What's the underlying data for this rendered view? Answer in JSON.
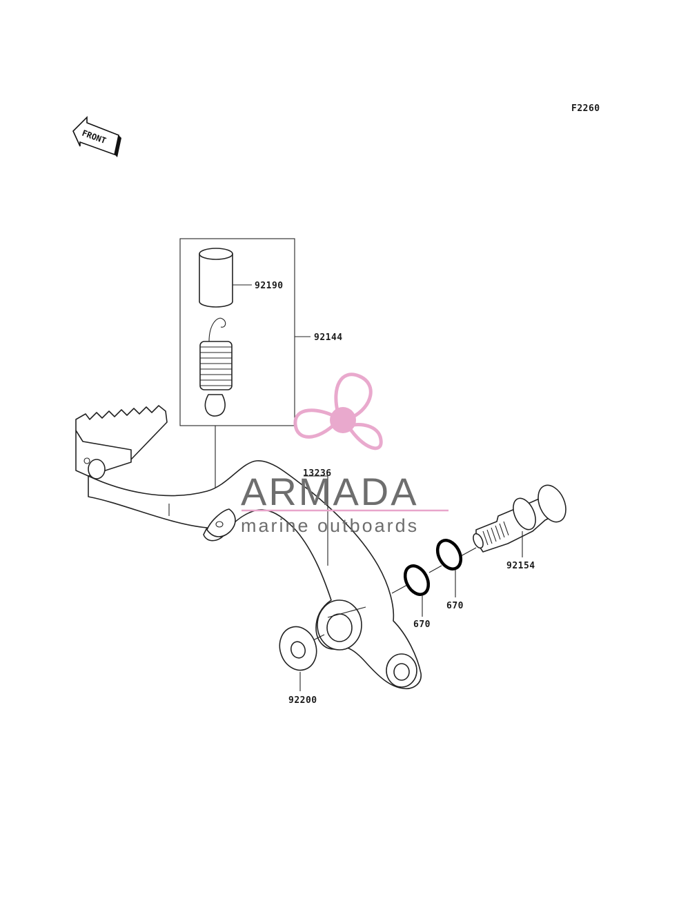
{
  "diagram_code": "F2260",
  "front_label": "FRONT",
  "watermark": {
    "brand": "ARMADA",
    "tagline": "marine outboards",
    "colors": {
      "logo": "#e8a5cb",
      "text": "#6e6e6e"
    }
  },
  "part_labels": {
    "sleeve": "92190",
    "spring_kit": "92144",
    "pedal": "13236",
    "pivot_bolt": "92154",
    "oring_outer": "670",
    "oring_inner": "670",
    "washer": "92200"
  }
}
